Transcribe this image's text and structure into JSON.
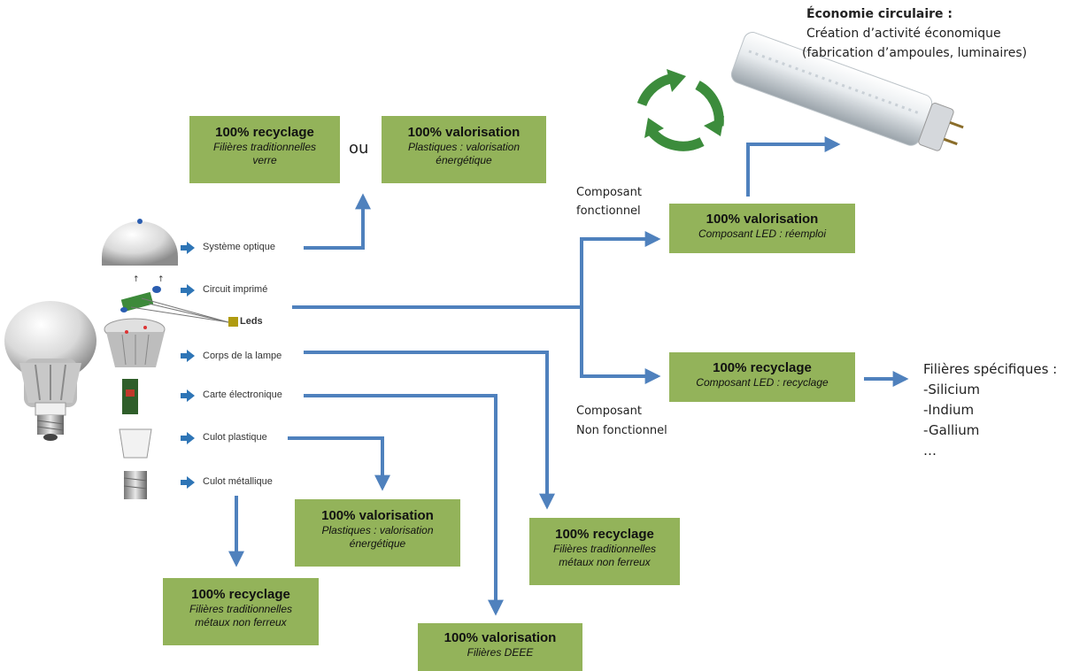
{
  "circular": {
    "title": "Économie circulaire :",
    "line1": "Création d’activité économique",
    "line2": "(fabrication d’ampoules, luminaires)"
  },
  "ou_label": "ou",
  "parts": [
    {
      "label": "Système optique"
    },
    {
      "label": "Circuit imprimé"
    },
    {
      "label": "Leds"
    },
    {
      "label": "Corps de la lampe"
    },
    {
      "label": "Carte électronique"
    },
    {
      "label": "Culot plastique"
    },
    {
      "label": "Culot métallique"
    }
  ],
  "boxes": {
    "glass_recycle": {
      "title": "100% recyclage",
      "sub1": "Filières traditionnelles",
      "sub2": "verre"
    },
    "optic_valor": {
      "title": "100% valorisation",
      "sub1": "Plastiques : valorisation",
      "sub2": "énergétique"
    },
    "led_reuse": {
      "title": "100% valorisation",
      "sub1": "Composant LED : réemploi"
    },
    "led_recycle": {
      "title": "100% recyclage",
      "sub1": "Composant LED : recyclage"
    },
    "plastic_valor": {
      "title": "100% valorisation",
      "sub1": "Plastiques : valorisation",
      "sub2": "énergétique"
    },
    "body_recycle": {
      "title": "100% recyclage",
      "sub1": "Filières traditionnelles",
      "sub2": "métaux non ferreux"
    },
    "metal_recycle": {
      "title": "100% recyclage",
      "sub1": "Filières traditionnelles",
      "sub2": "métaux non ferreux"
    },
    "deee_valor": {
      "title": "100% valorisation",
      "sub1": "Filières DEEE"
    }
  },
  "functional": {
    "line1": "Composant",
    "line2": "fonctionnel"
  },
  "nonfunctional": {
    "line1": "Composant",
    "line2": "Non fonctionnel"
  },
  "specific": {
    "title": "Filières spécifiques :",
    "items": [
      "-Silicium",
      "-Indium",
      "-Gallium",
      "…"
    ]
  },
  "colors": {
    "box": "#93b35a",
    "arrow": "#4f81bd",
    "small_arrow": "#2e75b6"
  },
  "icons": [
    "recycle-icon",
    "led-tube-image",
    "led-bulb-image",
    "exploded-bulb-image"
  ]
}
